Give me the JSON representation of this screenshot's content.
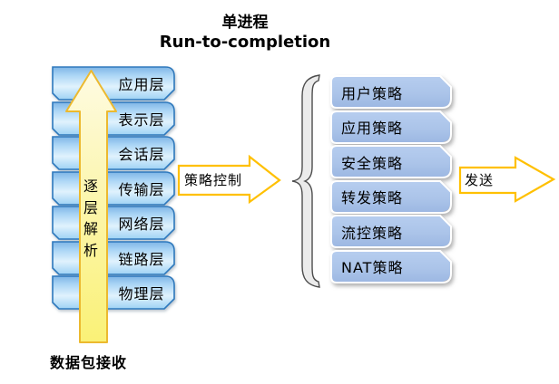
{
  "title": {
    "line1": "单进程",
    "line2": "Run-to-completion"
  },
  "left_stack": {
    "layers": [
      "应用层",
      "表示层",
      "会话层",
      "传输层",
      "网络层",
      "链路层",
      "物理层"
    ],
    "up_arrow_label": "逐层解析",
    "bottom_label": "数据包接收"
  },
  "policy_control_arrow": {
    "label": "策略控制"
  },
  "right_stack": {
    "policies": [
      "用户策略",
      "应用策略",
      "安全策略",
      "转发策略",
      "流控策略",
      "NAT策略"
    ]
  },
  "send_arrow": {
    "label": "发送"
  },
  "colors": {
    "layer_box_border": "#2E79BD",
    "policy_box_fill": "#ABC4E9",
    "big_arrow_fill": "#FAF176",
    "big_arrow_border": "#ECB92F",
    "gold_arrow_border": "#FFC000",
    "brace_fill": "#EBEBEB",
    "brace_outline": "#4D4D4D",
    "text": "#000000"
  }
}
